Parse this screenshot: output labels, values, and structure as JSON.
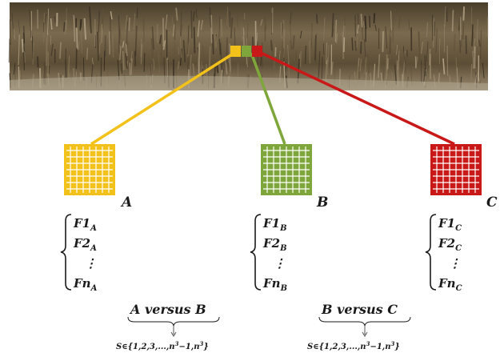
{
  "colors": {
    "A": "#f2c21b",
    "B": "#7ea63a",
    "C": "#c81818"
  },
  "patches": [
    {
      "id": "A",
      "label": "A",
      "features": [
        {
          "base": "F1",
          "sub": "A"
        },
        {
          "base": "F2",
          "sub": "A"
        },
        {
          "base": "⋮",
          "sub": ""
        },
        {
          "base": "Fn",
          "sub": "A"
        }
      ]
    },
    {
      "id": "B",
      "label": "B",
      "features": [
        {
          "base": "F1",
          "sub": "B"
        },
        {
          "base": "F2",
          "sub": "B"
        },
        {
          "base": "⋮",
          "sub": ""
        },
        {
          "base": "Fn",
          "sub": "B"
        }
      ]
    },
    {
      "id": "C",
      "label": "C",
      "features": [
        {
          "base": "F1",
          "sub": "C"
        },
        {
          "base": "F2",
          "sub": "C"
        },
        {
          "base": "⋮",
          "sub": ""
        },
        {
          "base": "Fn",
          "sub": "C"
        }
      ]
    }
  ],
  "comparisons": [
    {
      "label": "A versus B",
      "set_prefix": "S∈{1,2,3,...,n",
      "set_mid": "−1,n",
      "set_suffix": "}",
      "power": "3"
    },
    {
      "label": "B versus C",
      "set_prefix": "S∈{1,2,3,...,n",
      "set_mid": "−1,n",
      "set_suffix": "}",
      "power": "3"
    }
  ]
}
